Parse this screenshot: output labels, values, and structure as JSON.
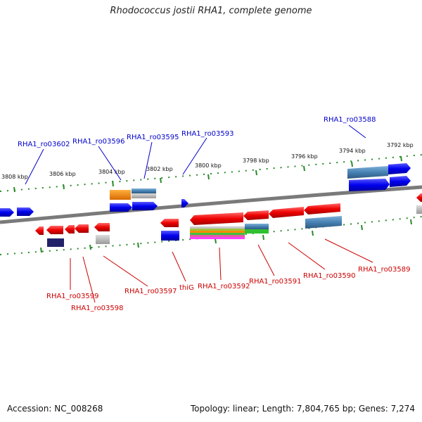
{
  "title": "Rhodococcus jostii RHA1, complete genome",
  "footer": {
    "accession": "Accession: NC_008268",
    "summary": "Topology: linear; Length: 7,804,765 bp; Genes: 7,274"
  },
  "kbp_labels": [
    "3808 kbp",
    "3806 kbp",
    "3804 kbp",
    "3802 kbp",
    "3800 kbp",
    "3798 kbp",
    "3796 kbp",
    "3794 kbp",
    "3792 kbp"
  ],
  "top_labels": [
    "RHA1_ro03602",
    "RHA1_ro03596",
    "RHA1_ro03595",
    "RHA1_ro03593",
    "RHA1_ro03588"
  ],
  "bottom_labels": [
    "RHA1_ro03599",
    "RHA1_ro03598",
    "RHA1_ro03597",
    "thiG",
    "RHA1_ro03592",
    "RHA1_ro03591",
    "RHA1_ro03590",
    "RHA1_ro03589"
  ],
  "colors": {
    "forward_gene": "#0000ee",
    "reverse_gene": "#ee0000",
    "genome_axis": "#808080",
    "tick": "#2a8a2a",
    "feature_steelblue": "#4682b4",
    "feature_orange": "#f08000",
    "feature_gray": "#b0b0b0"
  }
}
